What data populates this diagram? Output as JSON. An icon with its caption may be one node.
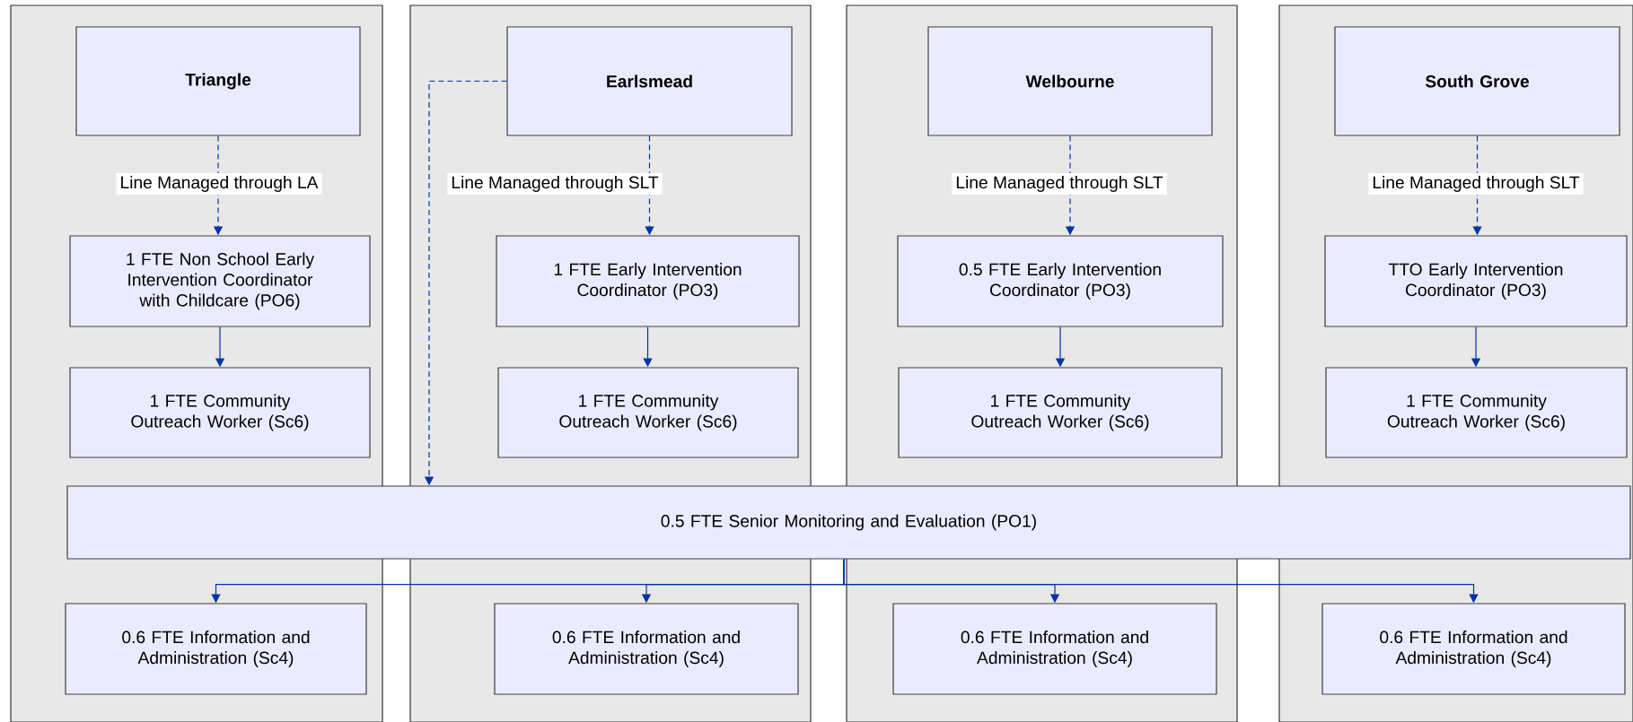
{
  "diagram": {
    "nodes": [
      {
        "text": [
          "Triangle"
        ]
      },
      {
        "text": [
          "Earlsmead"
        ]
      },
      {
        "text": [
          "Welbourne"
        ]
      },
      {
        "text": [
          "South Grove"
        ]
      },
      {
        "text": [
          "1 FTE Non School Early Intervention Coordinator with Childcare (PO6)"
        ]
      },
      {
        "text": [
          "1 FTE Early Intervention Coordinator (PO3)"
        ]
      },
      {
        "text": [
          "0.5 FTE Early Intervention Coordinator (PO3)"
        ]
      },
      {
        "text": [
          "TTO Early Intervention Coordinator (PO3)"
        ]
      },
      {
        "text": [
          "1 FTE Community Outreach Worker (Sc6)"
        ]
      },
      {
        "text": [
          "1 FTE Community Outreach Worker (Sc6)"
        ]
      },
      {
        "text": [
          "1 FTE Community Outreach Worker (Sc6)"
        ]
      },
      {
        "text": [
          "1 FTE Community Outreach Worker (Sc6)"
        ]
      },
      {
        "text": [
          "0.5 FTE Senior Monitoring and Evaluation (PO1)"
        ]
      },
      {
        "text": [
          "0.6 FTE Information and Administration (Sc4)"
        ]
      },
      {
        "text": [
          "0.6 FTE Information and Administration (Sc4)"
        ]
      },
      {
        "text": [
          "0.6 FTE Information and Administration (Sc4)"
        ]
      },
      {
        "text": [
          "0.6 FTE Information and Administration (Sc4)"
        ]
      }
    ],
    "edges": [
      {
        "from": 0,
        "to": 4,
        "arrow": "to",
        "style": "dashed",
        "label": "Line Managed through LA"
      },
      {
        "from": 1,
        "to": 5,
        "arrow": "to",
        "style": "dashed",
        "label": "Line Managed through SLT"
      },
      {
        "from": 2,
        "to": 6,
        "arrow": "to",
        "style": "dashed",
        "label": "Line Managed through SLT"
      },
      {
        "from": 3,
        "to": 7,
        "arrow": "to",
        "style": "dashed",
        "label": "Line Managed through SLT"
      },
      {
        "from": 1,
        "to": 12,
        "arrow": "to",
        "style": "dashed"
      },
      {
        "from": 4,
        "to": 8,
        "arrow": "to"
      },
      {
        "from": 5,
        "to": 9,
        "arrow": "to"
      },
      {
        "from": 6,
        "to": 10,
        "arrow": "to"
      },
      {
        "from": 7,
        "to": 11,
        "arrow": "to"
      },
      {
        "from": 12,
        "to": 13,
        "arrow": "to"
      },
      {
        "from": 12,
        "to": 14,
        "arrow": "to"
      },
      {
        "from": 12,
        "to": 15,
        "arrow": "to"
      },
      {
        "from": 12,
        "to": 16,
        "arrow": "to"
      }
    ]
  }
}
